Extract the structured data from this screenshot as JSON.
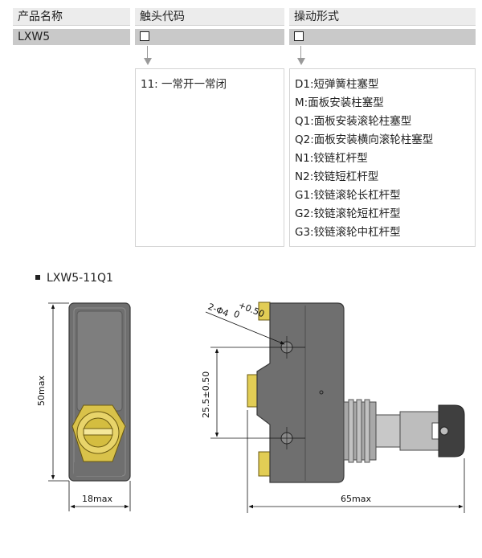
{
  "table": {
    "headers": [
      "产品名称",
      "触头代码",
      "操动形式"
    ],
    "product_name": "LXW5",
    "contact_placeholder": "□",
    "operation_placeholder": "□",
    "contact_codes": [
      "11: 一常开一常闭"
    ],
    "operation_forms": [
      "D1:短弹簧柱塞型",
      "M:面板安装柱塞型",
      "Q1:面板安装滚轮柱塞型",
      "Q2:面板安装横向滚轮柱塞型",
      "N1:铰链杠杆型",
      "N2:铰链短杠杆型",
      "G1:铰链滚轮长杠杆型",
      "G2:铰链滚轮短杠杆型",
      "G3:铰链滚轮中杠杆型"
    ]
  },
  "drawing": {
    "model": "LXW5-11Q1",
    "dim_height": "50max",
    "dim_width": "18max",
    "dim_length": "65max",
    "dim_holes": "25.5±0.50",
    "hole_label": "2-Φ4",
    "hole_tol_upper": "+0.50",
    "hole_tol_lower": "0"
  },
  "colors": {
    "header_bg": "#ececec",
    "row_bg": "#c9c9c9",
    "body_gray": "#7a7a7a",
    "brass": "#d9c24a"
  }
}
